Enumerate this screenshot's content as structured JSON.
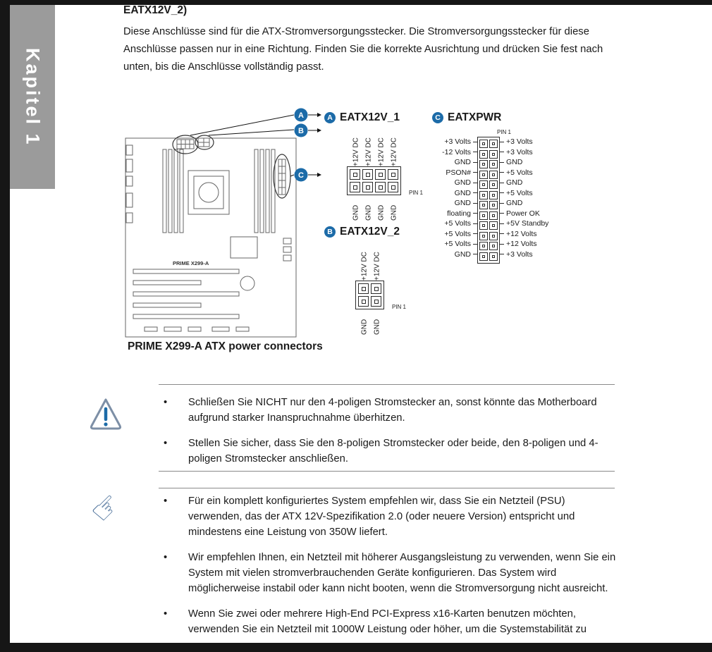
{
  "chapter_tab": {
    "label": "Kapitel 1"
  },
  "article": {
    "heading": "EATX12V_2)",
    "intro": "Diese Anschlüsse sind für die ATX-Stromversorgungsstecker. Die Stromversorgungsstecker für diese Anschlüsse passen nur in eine Richtung. Finden Sie die korrekte Ausrichtung und drücken Sie fest nach unten, bis die Anschlüsse vollständig passt.",
    "figure": {
      "board_label": "PRIME X299-A",
      "caption": "PRIME X299-A ATX power connectors",
      "callouts": {
        "a": "A",
        "b": "B",
        "c": "C"
      },
      "eatx12v1": {
        "callout": "A",
        "title": "EATX12V_1",
        "top_pins": [
          "+12V DC",
          "+12V DC",
          "+12V DC",
          "+12V DC"
        ],
        "bottom_pins": [
          "GND",
          "GND",
          "GND",
          "GND"
        ],
        "pin1_label": "PIN 1"
      },
      "eatx12v2": {
        "callout": "B",
        "title": "EATX12V_2",
        "top_pins": [
          "+12V DC",
          "+12V DC"
        ],
        "bottom_pins": [
          "GND",
          "GND"
        ],
        "pin1_label": "PIN 1"
      },
      "eatxpwr": {
        "callout": "C",
        "title": "EATXPWR",
        "pin1_label": "PIN 1",
        "left_pins": [
          "+3 Volts",
          "-12 Volts",
          "GND",
          "PSON#",
          "GND",
          "GND",
          "GND",
          "floating",
          "+5 Volts",
          "+5 Volts",
          "+5 Volts",
          "GND"
        ],
        "right_pins": [
          "+3 Volts",
          "+3 Volts",
          "GND",
          "+5 Volts",
          "GND",
          "+5 Volts",
          "GND",
          "Power OK",
          "+5V Standby",
          "+12 Volts",
          "+12 Volts",
          "+3 Volts"
        ]
      }
    },
    "warning": {
      "bullets": [
        "Schließen Sie NICHT nur den 4-poligen Stromstecker an, sonst könnte das Motherboard aufgrund starker Inanspruchnahme überhitzen.",
        "Stellen Sie sicher, dass Sie den 8-poligen Stromstecker oder beide, den 8-poligen und 4-poligen Stromstecker anschließen."
      ]
    },
    "note": {
      "bullets": [
        "Für ein komplett konfiguriertes System empfehlen wir, dass Sie ein Netzteil (PSU) verwenden, das der ATX 12V-Spezifikation 2.0 (oder neuere Version) entspricht und mindestens eine Leistung von 350W liefert.",
        "Wir empfehlen Ihnen, ein Netzteil mit höherer Ausgangsleistung zu verwenden, wenn Sie ein System mit vielen stromverbrauchenden Geräte konfigurieren. Das System wird möglicherweise instabil oder kann nicht booten, wenn die Stromversorgung nicht ausreicht.",
        "Wenn Sie zwei oder mehrere High-End PCI-Express x16-Karten benutzen möchten, verwenden Sie ein Netzteil mit 1000W Leistung oder höher, um die Systemstabilität zu"
      ]
    }
  },
  "colors": {
    "accent_blue": "#1c6ba8",
    "tab_gray": "#9b9b9b"
  }
}
